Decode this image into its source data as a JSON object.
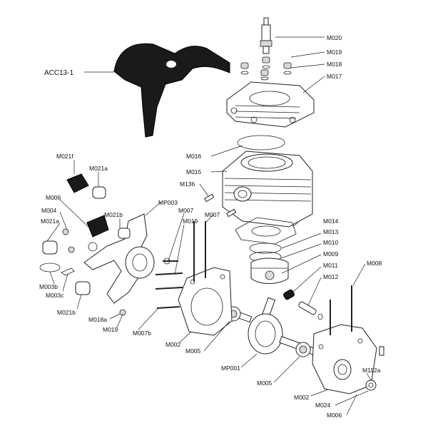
{
  "labels": {
    "acc13_1": "ACC13-1",
    "m020": "M020",
    "m019_top": "M019",
    "m018_top": "M018",
    "m017": "M017",
    "m016": "M016",
    "m015": "M015",
    "m136": "M136",
    "m007_top": "M007",
    "m007_mid": "M007",
    "m019_mid": "M019",
    "m014": "M014",
    "m013": "M013",
    "m010": "M010",
    "m009": "M009",
    "m011": "M011",
    "m012": "M012",
    "m008": "M008",
    "m021f": "M021f",
    "m021a_top": "M021a",
    "m006_left": "M006",
    "m004": "M004",
    "m021b_top": "M021b",
    "mp003": "MP003",
    "m021a_left": "M021a",
    "m003b": "M003b",
    "m003c": "M003c",
    "m021b_bottom": "M021b",
    "m018a": "M018a",
    "m019_bottom": "M019",
    "m007b": "M007b",
    "m002_left": "M002",
    "m005_left": "M005",
    "mp001": "MP001",
    "m005_right": "M005",
    "m002_right": "M002",
    "m112a": "M112a",
    "m024": "M024",
    "m006_right": "M006"
  }
}
